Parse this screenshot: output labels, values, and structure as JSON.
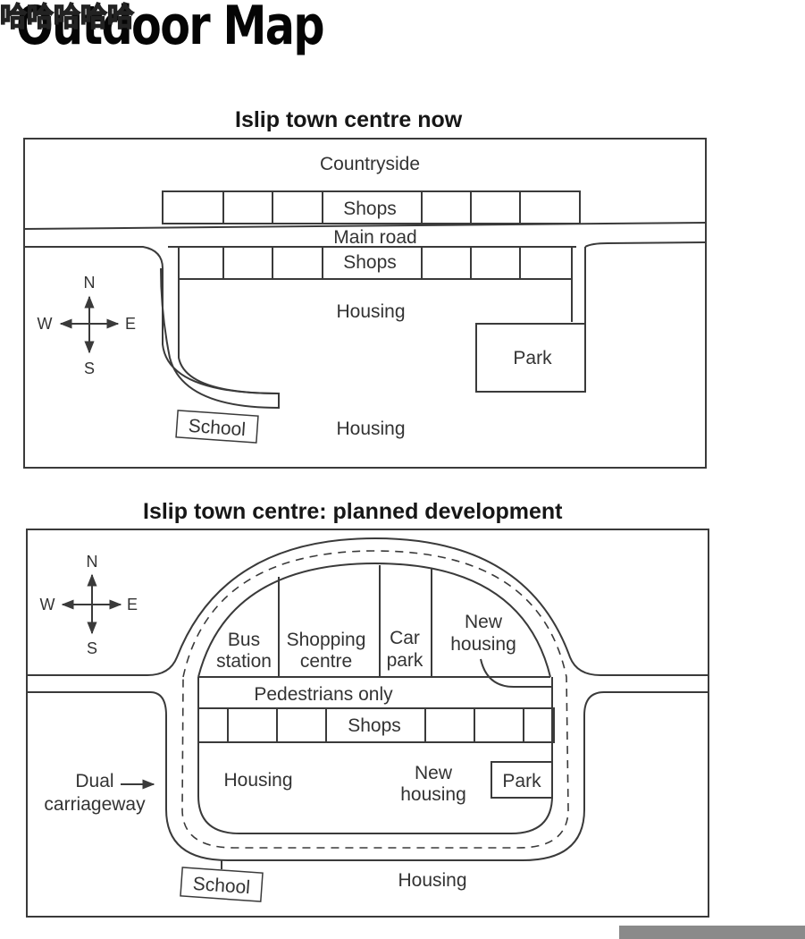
{
  "page": {
    "title": "Outdoor Map",
    "overlay_text": "哈哈哈哈哈"
  },
  "maps": [
    {
      "title": "Islip town centre now",
      "compass": {
        "n": "N",
        "s": "S",
        "e": "E",
        "w": "W"
      },
      "labels": {
        "countryside": "Countryside",
        "shops_north": "Shops",
        "main_road": "Main road",
        "shops_south": "Shops",
        "housing_upper": "Housing",
        "housing_lower": "Housing",
        "park": "Park",
        "school": "School"
      }
    },
    {
      "title": "Islip town centre: planned development",
      "compass": {
        "n": "N",
        "s": "S",
        "e": "E",
        "w": "W"
      },
      "labels": {
        "bus_1": "Bus",
        "bus_2": "station",
        "shopping_1": "Shopping",
        "shopping_2": "centre",
        "car_1": "Car",
        "car_2": "park",
        "newhousing_top_1": "New",
        "newhousing_top_2": "housing",
        "pedestrians": "Pedestrians only",
        "shops": "Shops",
        "housing_inner": "Housing",
        "newhousing_mid_1": "New",
        "newhousing_mid_2": "housing",
        "park": "Park",
        "dual_1": "Dual",
        "dual_2": "carriageway",
        "school": "School",
        "housing_outer": "Housing"
      }
    }
  ],
  "colors": {
    "line": "#3a3a3a",
    "text": "#333333",
    "background": "#ffffff"
  }
}
